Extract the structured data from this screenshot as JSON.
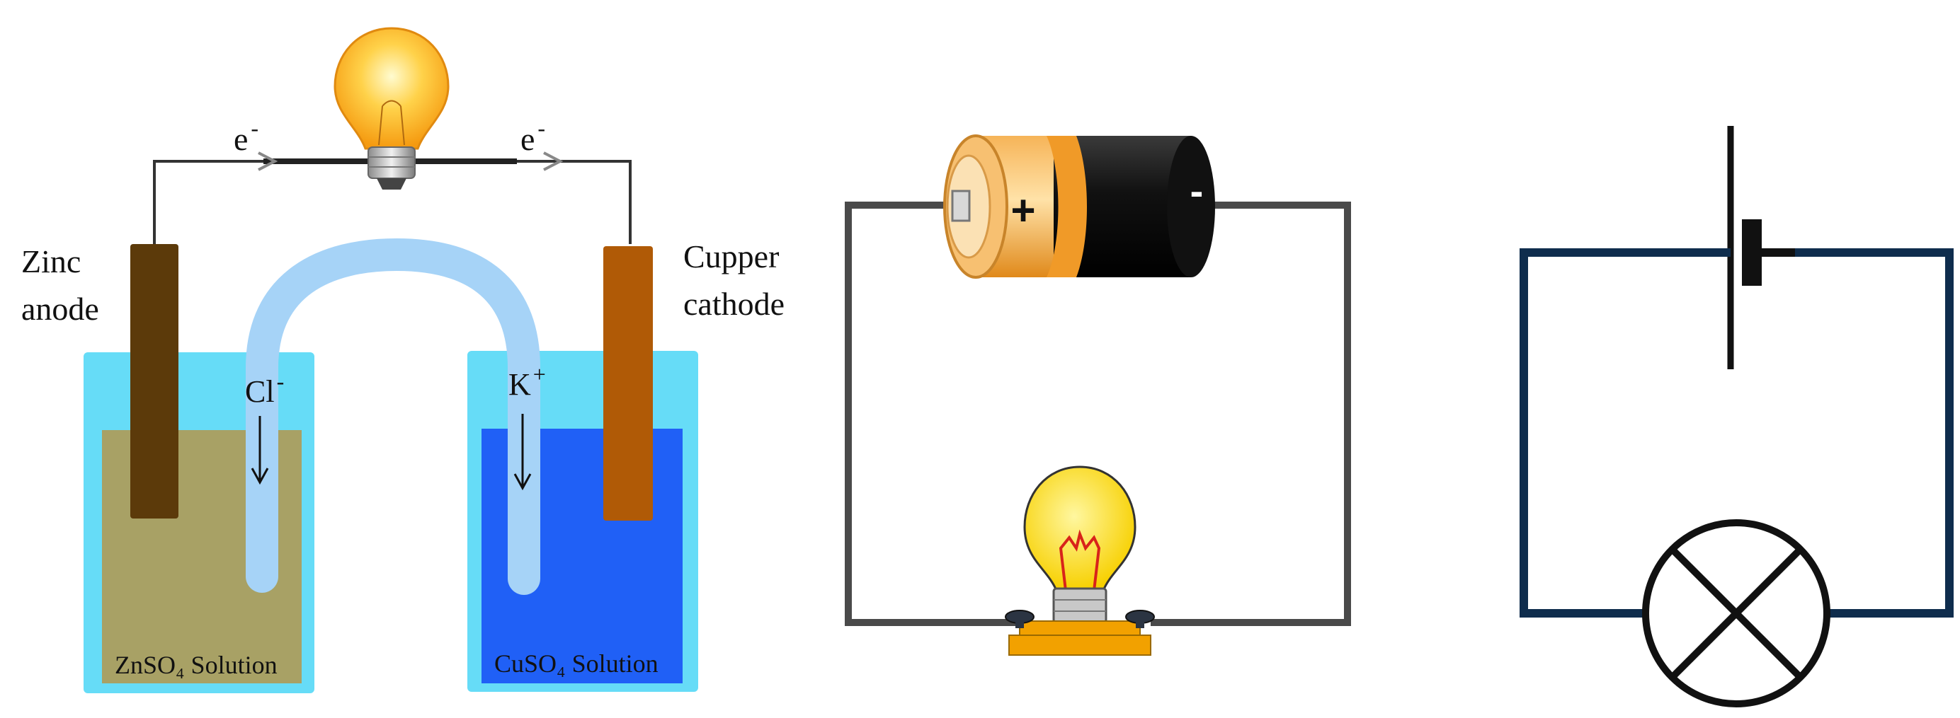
{
  "cell": {
    "electron_left": "e",
    "electron_right": "e",
    "electron_charge": "-",
    "anode_label": [
      "Zinc",
      "anode"
    ],
    "cathode_label": [
      "Cupper",
      "cathode"
    ],
    "anion": "Cl",
    "anion_charge": "-",
    "cation": "K",
    "cation_charge": "+",
    "left_solution": "ZnSO₄ Solution",
    "right_solution": "CuSO₄ Solution"
  },
  "battery": {
    "positive": "+",
    "negative": "-"
  },
  "colors": {
    "beaker": "#66dcf7",
    "znso4": "#a8a165",
    "cuso4": "#2060f6",
    "salt_bridge": "#a6d3f7",
    "zinc": "#5c3a0a",
    "copper": "#b05a06",
    "wire": "#333333",
    "schematic_wire": "#0f2d4d"
  }
}
